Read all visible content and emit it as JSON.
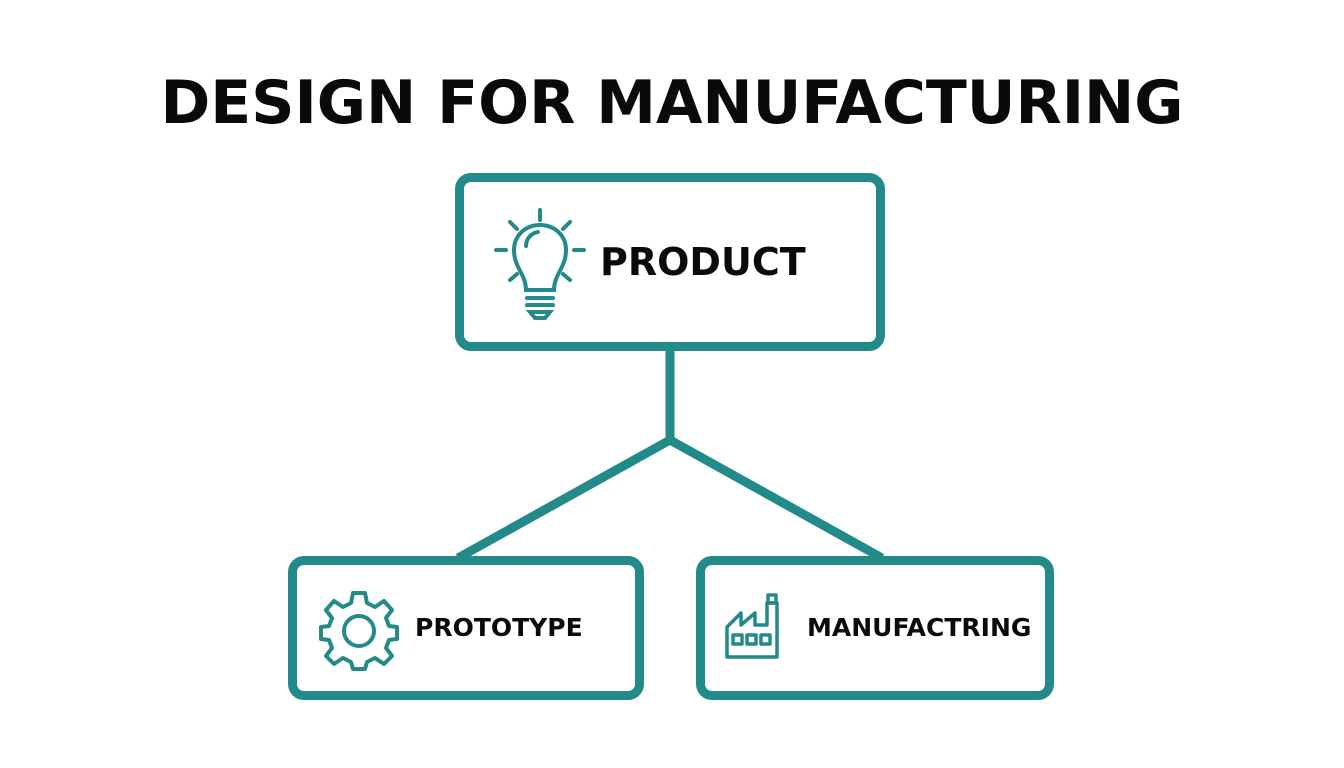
{
  "title": "DESIGN FOR MANUFACTURING",
  "colors": {
    "accent": "#238a8a",
    "text": "#0a0a0a",
    "background": "#ffffff"
  },
  "nodes": {
    "root": {
      "label": "PRODUCT",
      "icon": "lightbulb-icon"
    },
    "children": [
      {
        "label": "PROTOTYPE",
        "icon": "gear-icon"
      },
      {
        "label": "MANUFACTRING",
        "icon": "factory-icon"
      }
    ]
  }
}
